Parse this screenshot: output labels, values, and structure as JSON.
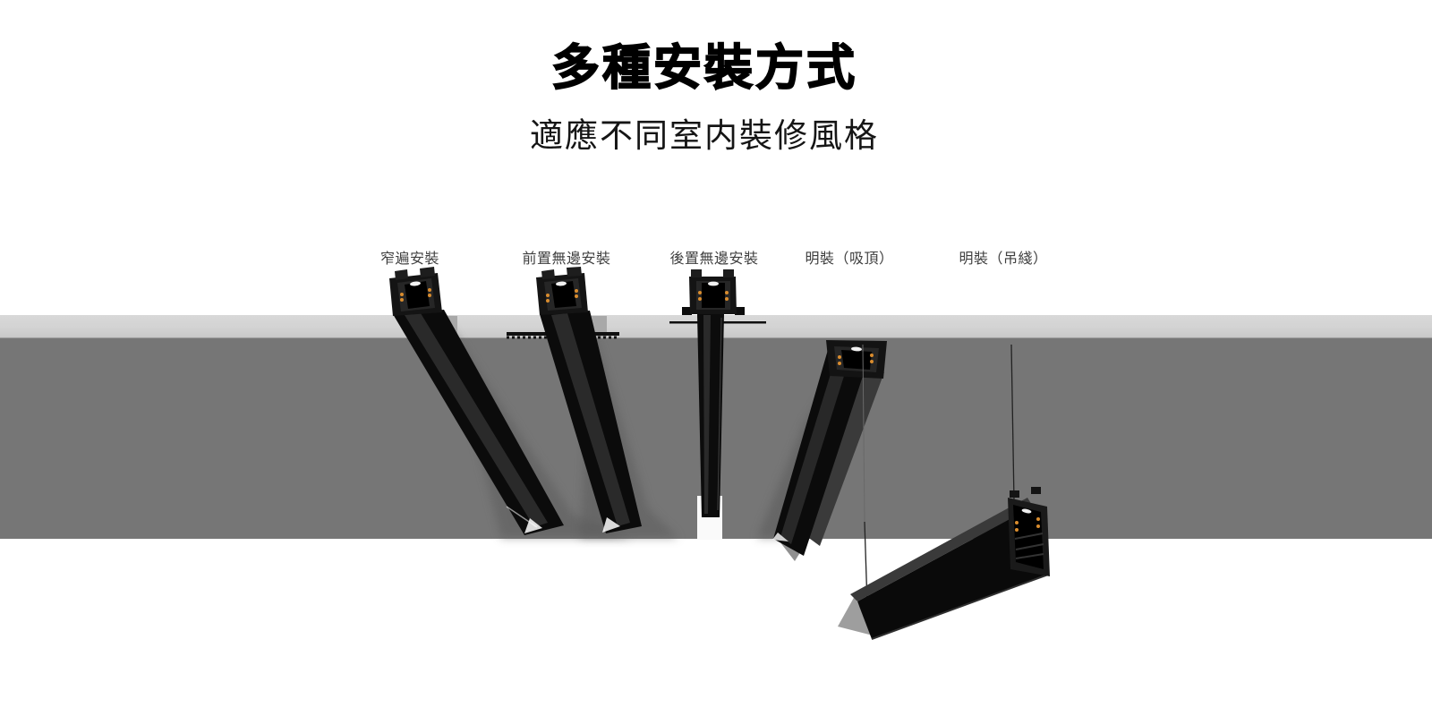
{
  "page": {
    "title": "多種安裝方式",
    "subtitle": "適應不同室内裝修風格"
  },
  "installation_methods": [
    {
      "label": "窄遍安裝"
    },
    {
      "label": "前置無邊安裝"
    },
    {
      "label": "後置無邊安裝"
    },
    {
      "label": "明裝（吸頂）"
    },
    {
      "label": "明裝（吊綫）"
    }
  ],
  "colors": {
    "accent-contact-orange": "#d98c2e",
    "ceiling-strip": "#d3d3d3",
    "ceiling-band": "#767676",
    "title-color": "#000000",
    "subtitle-color": "#151515",
    "label-color": "#3f3f3f"
  }
}
